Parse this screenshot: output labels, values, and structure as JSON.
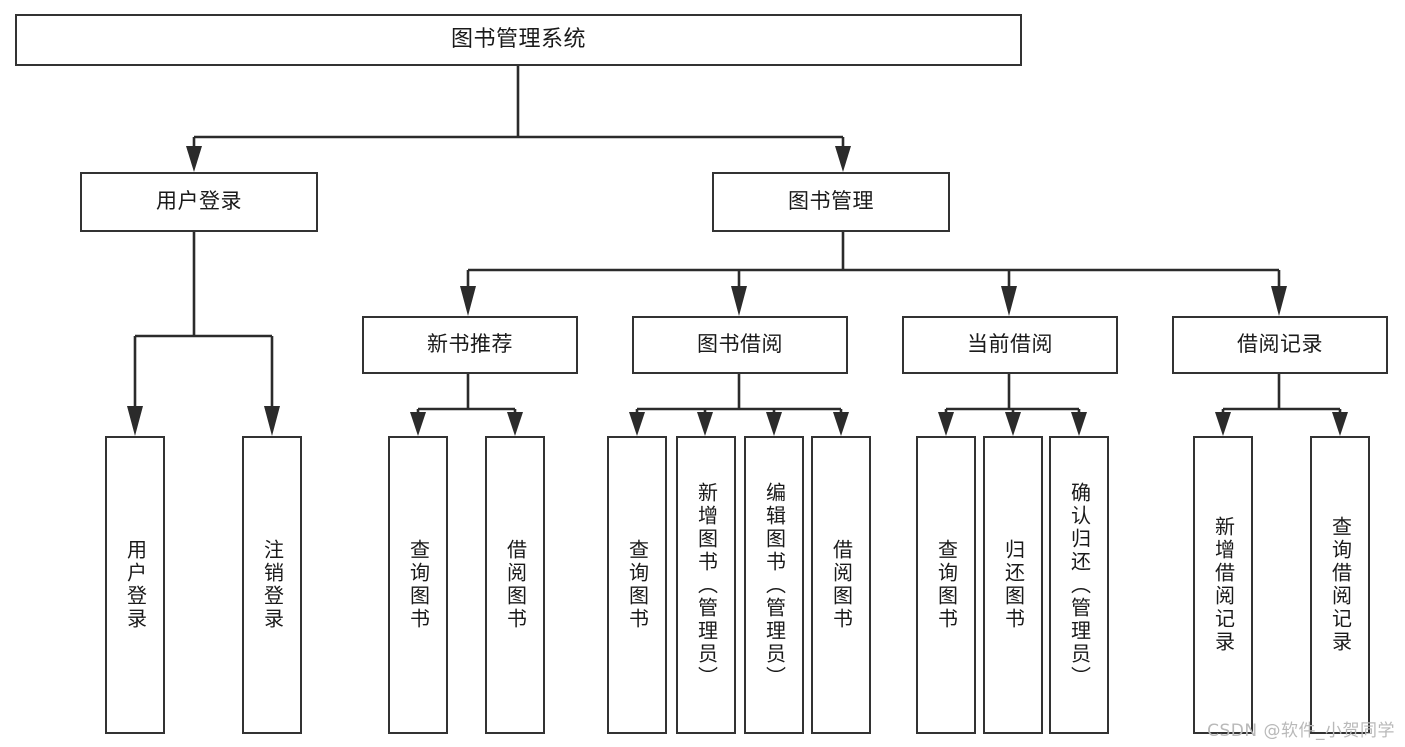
{
  "diagram": {
    "type": "tree-hierarchy",
    "title": "图书管理系统",
    "root": {
      "id": "root",
      "label": "图书管理系统",
      "level": 0
    },
    "level1": [
      {
        "id": "user-login",
        "label": "用户登录"
      },
      {
        "id": "book-manage",
        "label": "图书管理"
      }
    ],
    "level2": [
      {
        "id": "new-book-rec",
        "label": "新书推荐",
        "parent": "book-manage"
      },
      {
        "id": "book-borrow",
        "label": "图书借阅",
        "parent": "book-manage"
      },
      {
        "id": "current-borrow",
        "label": "当前借阅",
        "parent": "book-manage"
      },
      {
        "id": "borrow-record",
        "label": "借阅记录",
        "parent": "book-manage"
      }
    ],
    "leaves": {
      "user-login": [
        {
          "id": "leaf-user-login",
          "label": "用户登录"
        },
        {
          "id": "leaf-logout",
          "label": "注销登录"
        }
      ],
      "new-book-rec": [
        {
          "id": "leaf-query-book-1",
          "label": "查询图书"
        },
        {
          "id": "leaf-borrow-book-1",
          "label": "借阅图书"
        }
      ],
      "book-borrow": [
        {
          "id": "leaf-query-book-2",
          "label": "查询图书"
        },
        {
          "id": "leaf-add-book",
          "label": "新增图书（管理员）"
        },
        {
          "id": "leaf-edit-book",
          "label": "编辑图书（管理员）"
        },
        {
          "id": "leaf-borrow-book-2",
          "label": "借阅图书"
        }
      ],
      "current-borrow": [
        {
          "id": "leaf-query-book-3",
          "label": "查询图书"
        },
        {
          "id": "leaf-return-book",
          "label": "归还图书"
        },
        {
          "id": "leaf-confirm-return",
          "label": "确认归还（管理员）"
        }
      ],
      "borrow-record": [
        {
          "id": "leaf-add-record",
          "label": "新增借阅记录"
        },
        {
          "id": "leaf-query-record",
          "label": "查询借阅记录"
        }
      ]
    }
  },
  "watermark": {
    "text": "CSDN @软件_小贺同学"
  },
  "colors": {
    "box_border": "#333333",
    "box_fill": "#ffffff",
    "line": "#2b2b2b",
    "text": "#1a1a1a",
    "watermark": "#b9b9b9",
    "background": "#ffffff"
  }
}
